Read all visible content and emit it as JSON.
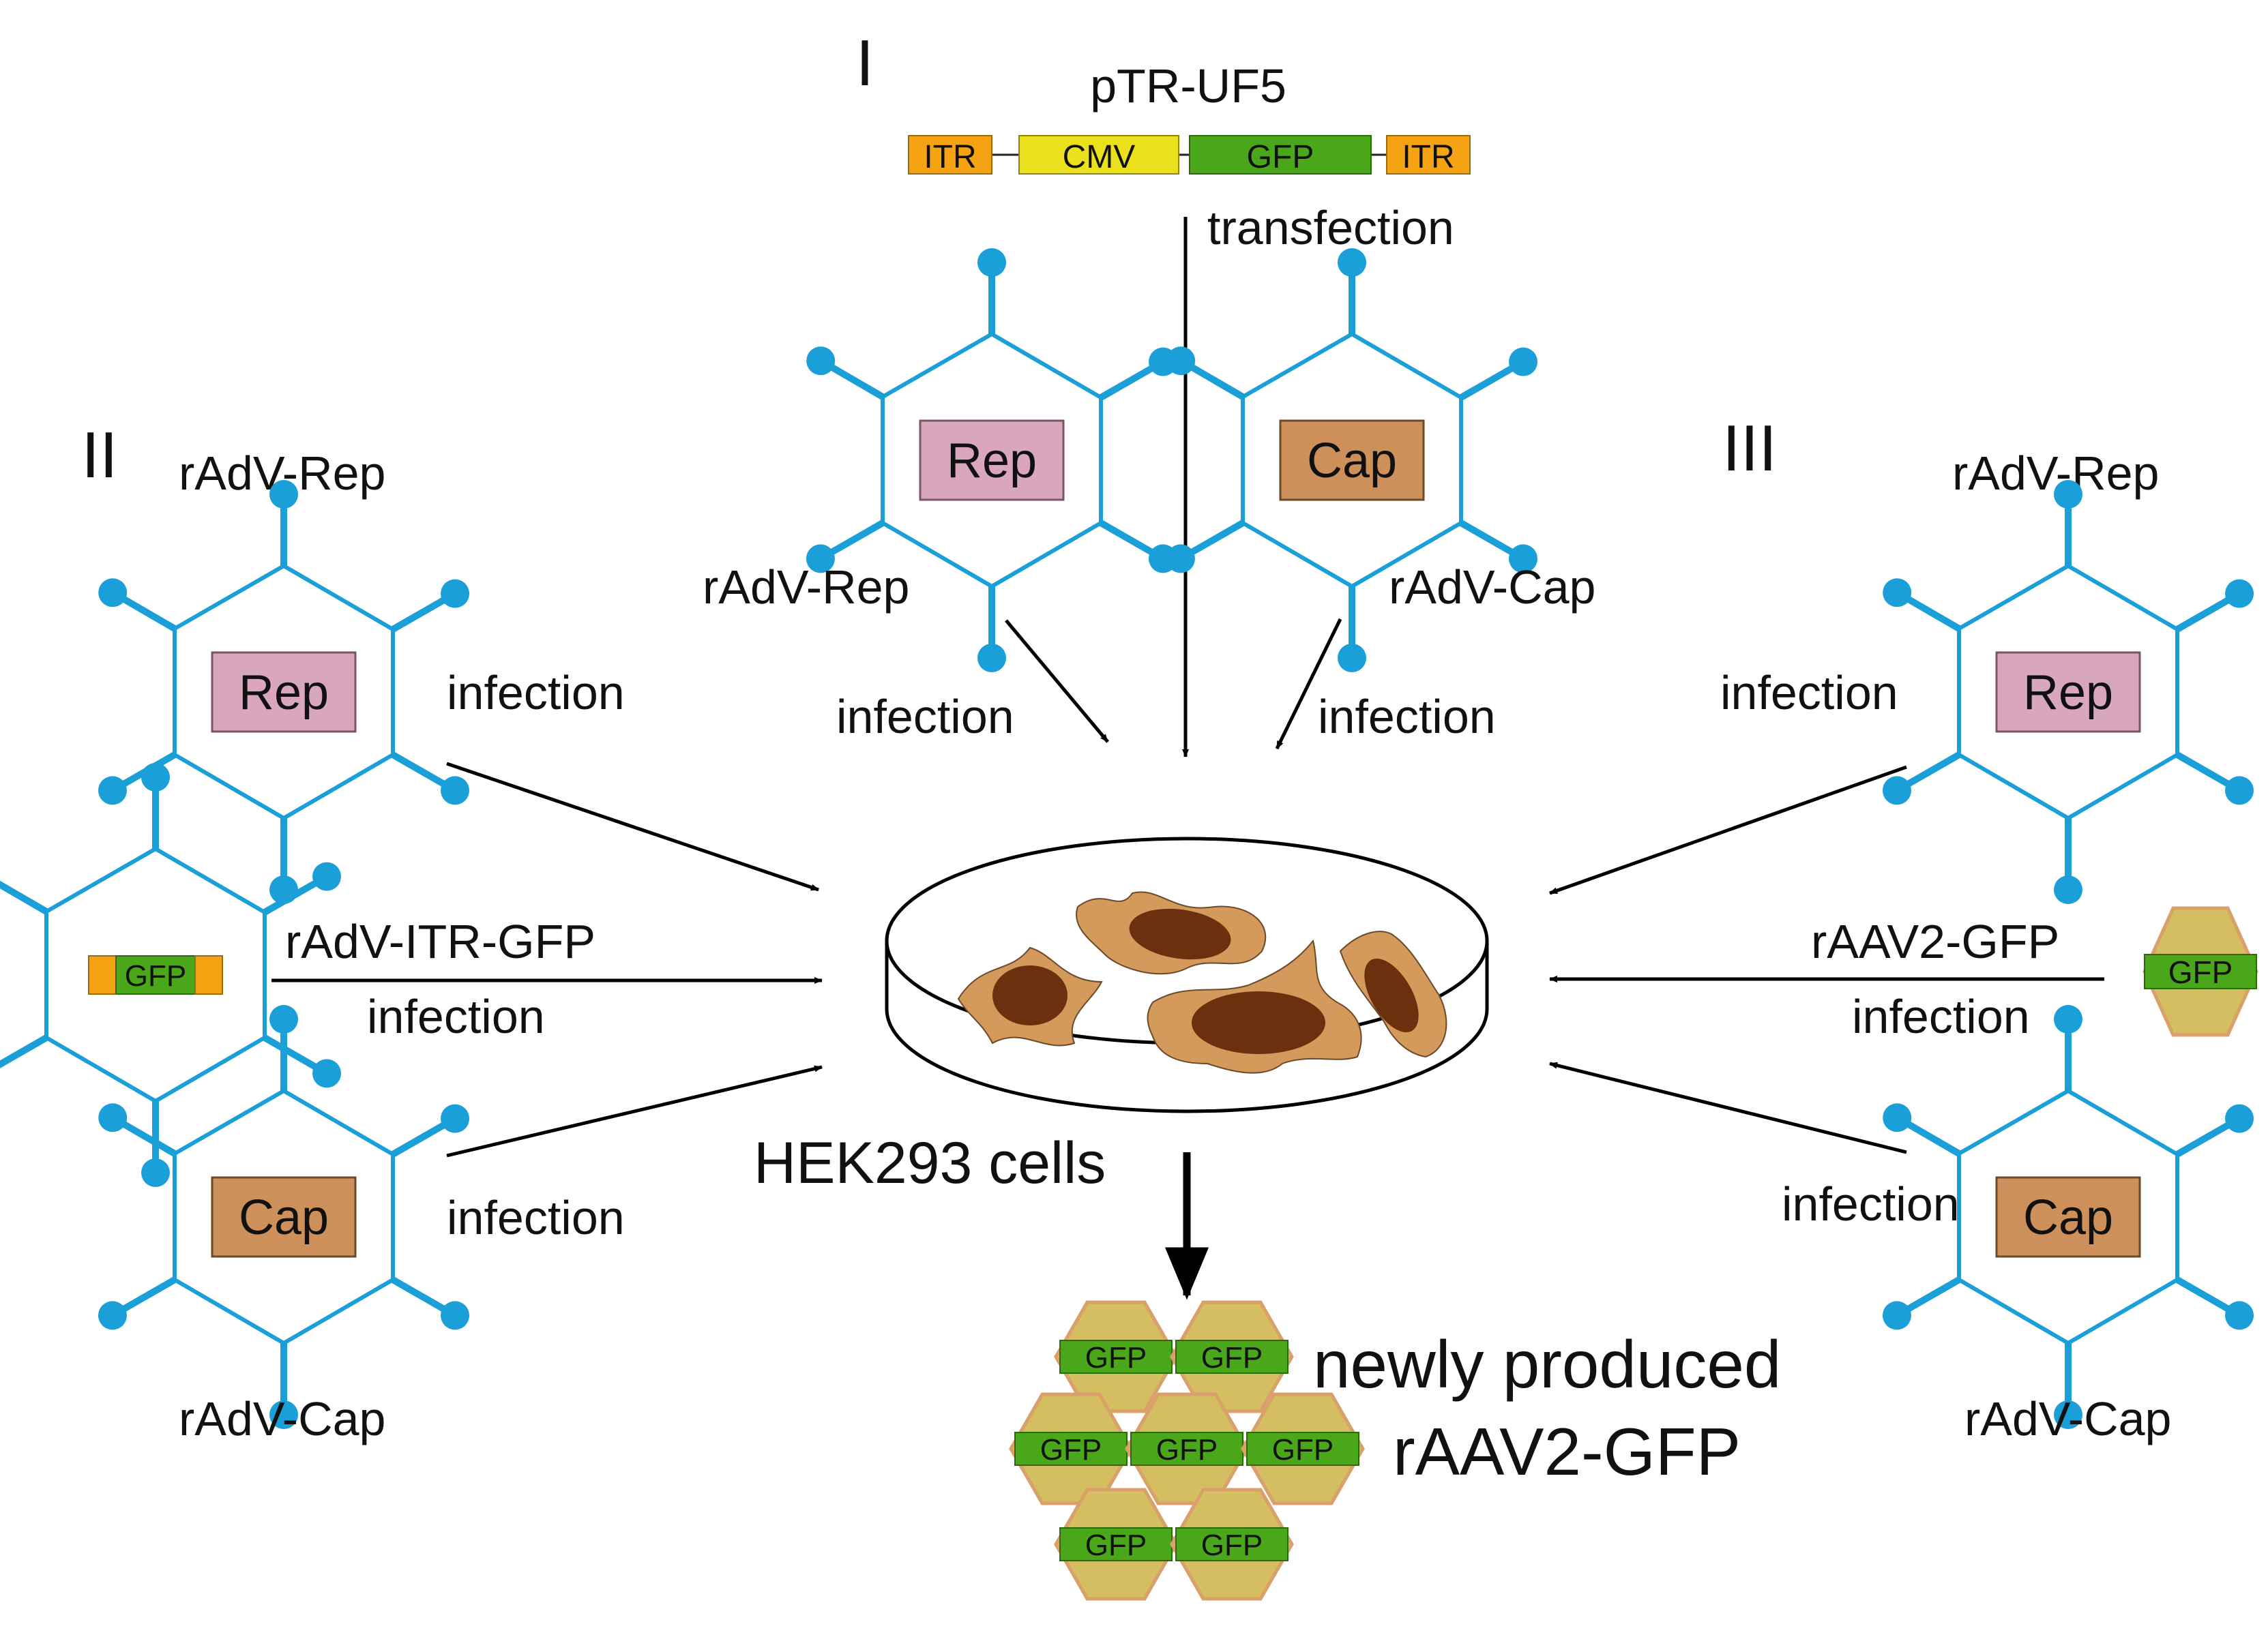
{
  "colors": {
    "virus_stroke": "#1a9fd8",
    "rep_fill": "#d8a7be",
    "cap_fill": "#cd905a",
    "gfp_fill": "#4aa71a",
    "itr_fill": "#f6a313",
    "cmv_fill": "#ebe01c",
    "aav_fill": "#d5bd62",
    "aav_stroke": "#d9a06a",
    "cell_fill": "#d49a5b",
    "nucleus_fill": "#6b300e",
    "arrow": "#000000"
  },
  "panels": {
    "panel_i": {
      "numeral": "I",
      "plasmid_name": "pTR-UF5",
      "elements": {
        "itr_left": "ITR",
        "cmv": "CMV",
        "gfp": "GFP",
        "itr_right": "ITR"
      },
      "transfection_label": "transfection",
      "rep_virus": {
        "box_label": "Rep",
        "name": "rAdV-Rep",
        "route": "infection"
      },
      "cap_virus": {
        "box_label": "Cap",
        "name": "rAdV-Cap",
        "route": "infection"
      }
    },
    "panel_ii": {
      "numeral": "II",
      "rep_virus": {
        "name": "rAdV-Rep",
        "box_label": "Rep",
        "route": "infection"
      },
      "itr_gfp_virus": {
        "box_label": "GFP",
        "name": "rAdV-ITR-GFP",
        "route": "infection"
      },
      "cap_virus": {
        "box_label": "Cap",
        "name": "rAdV-Cap",
        "route": "infection"
      }
    },
    "panel_iii": {
      "numeral": "III",
      "rep_virus": {
        "name": "rAdV-Rep",
        "box_label": "Rep",
        "route": "infection"
      },
      "aav_virus": {
        "name": "rAAV2-GFP",
        "box_label": "GFP",
        "route": "infection"
      },
      "cap_virus": {
        "box_label": "Cap",
        "name": "rAdV-Cap",
        "route": "infection"
      }
    }
  },
  "center": {
    "cells_label": "HEK293 cells",
    "product_line1": "newly produced",
    "product_line2": "rAAV2-GFP",
    "product_hex_label": "GFP"
  }
}
